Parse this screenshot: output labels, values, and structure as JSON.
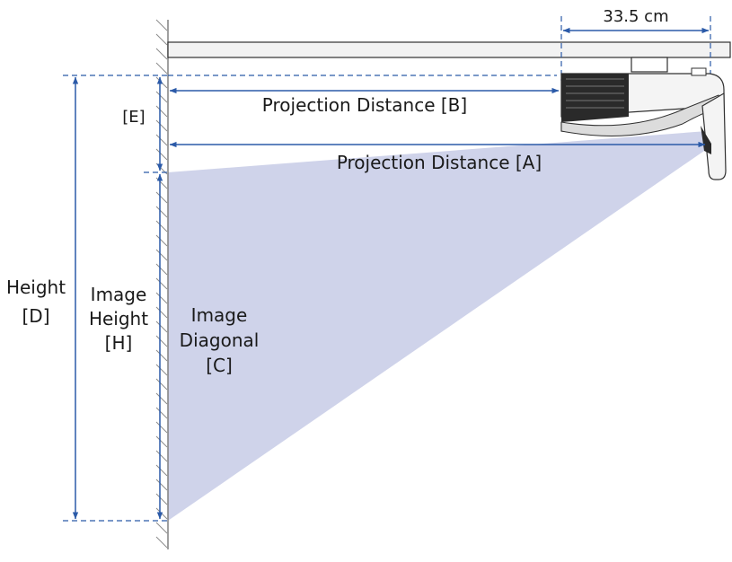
{
  "labels": {
    "width_dim": "33.5 cm",
    "proj_dist_b": "Projection Distance [B]",
    "proj_dist_a": "Projection Distance [A]",
    "e_label": "[E]",
    "height_d_line1": "Height",
    "height_d_line2": "[D]",
    "image_height_line1": "Image",
    "image_height_line2": "Height",
    "image_height_line3": "[H]",
    "image_diagonal_line1": "Image",
    "image_diagonal_line2": "Diagonal",
    "image_diagonal_line3": "[C]"
  },
  "colors": {
    "dimension_line": "#2b5aa8",
    "projection_beam": "#cfd3ea",
    "wall": "#808080",
    "ceiling_fill": "#f2f2f2",
    "projector_dark": "#2a2a2a",
    "projector_light": "#f4f4f4"
  }
}
